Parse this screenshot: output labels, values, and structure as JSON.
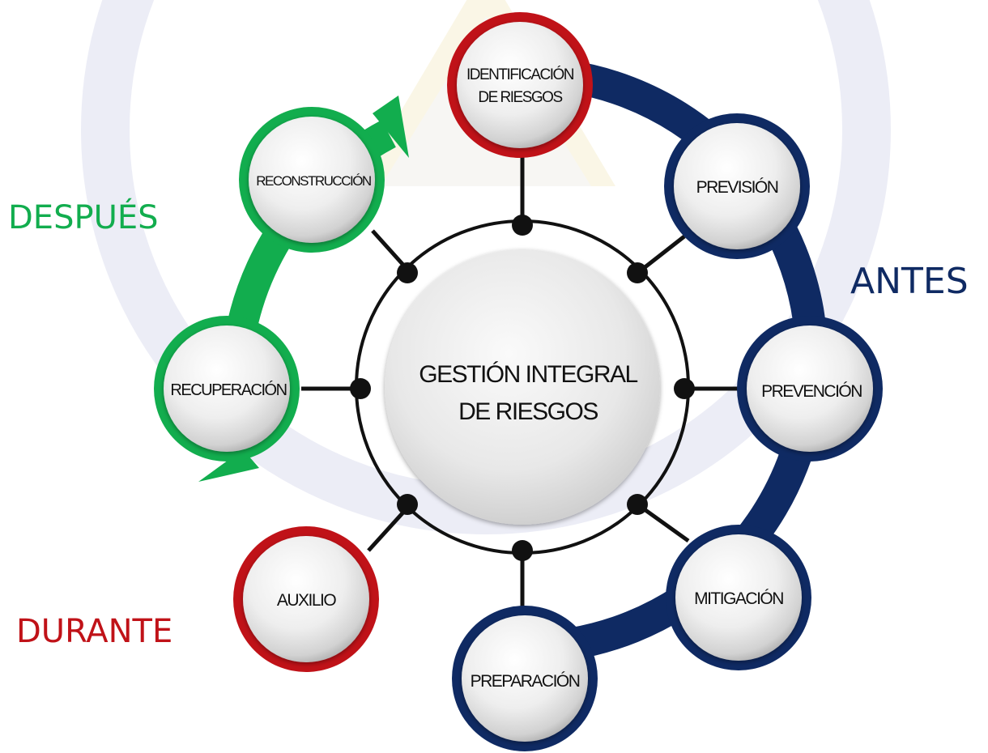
{
  "diagram": {
    "center": {
      "line1": "GESTIÓN INTEGRAL",
      "line2": "DE RIESGOS"
    },
    "nodes": [
      {
        "id": "identificacion",
        "line1": "IDENTIFICACIÓN",
        "line2": "DE RIESGOS"
      },
      {
        "id": "prevision",
        "line1": "PREVISIÓN"
      },
      {
        "id": "prevencion",
        "line1": "PREVENCIÓN"
      },
      {
        "id": "mitigacion",
        "line1": "MITIGACIÓN"
      },
      {
        "id": "preparacion",
        "line1": "PREPARACIÓN"
      },
      {
        "id": "auxilio",
        "line1": "AUXILIO"
      },
      {
        "id": "recuperacion",
        "line1": "RECUPERACIÓN"
      },
      {
        "id": "reconstruccion",
        "line1": "RECONSTRUCCIÓN"
      }
    ],
    "phases": {
      "despues": "DESPUÉS",
      "antes": "ANTES",
      "durante": "DURANTE"
    },
    "colors": {
      "antes": "#0f2a63",
      "durante": "#c01218",
      "despues": "#12ad4e",
      "connector": "#111111"
    }
  }
}
